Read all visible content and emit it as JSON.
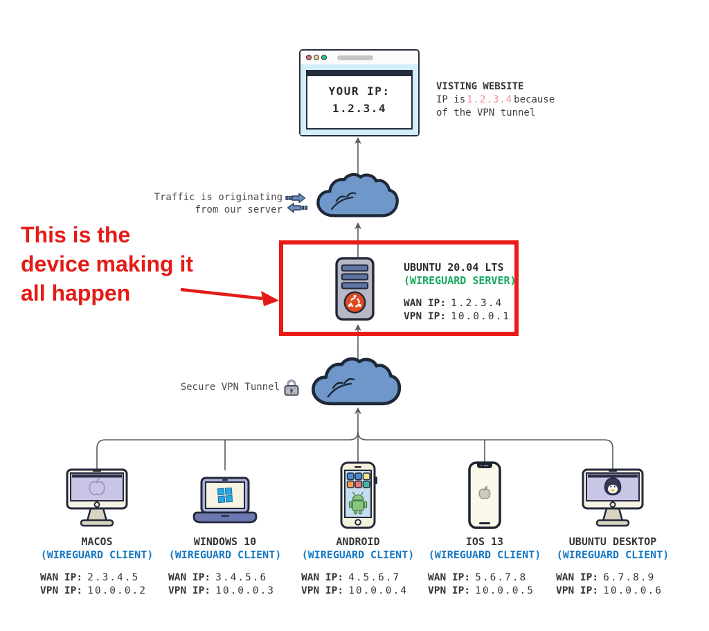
{
  "browser": {
    "line1": "YOUR IP:",
    "line2": "1.2.3.4"
  },
  "visiting_note": {
    "heading": "VISTING WEBSITE",
    "line2_pre": "IP is",
    "ip": "1.2.3.4",
    "line2_post": "because",
    "line3": "of the VPN tunnel"
  },
  "traffic_note": {
    "line1": "Traffic is originating",
    "line2": "from our server"
  },
  "annotation": {
    "line1": "This is the",
    "line2": "device making it",
    "line3": "all happen"
  },
  "server": {
    "name": "UBUNTU 20.04 LTS",
    "role": "(WIREGUARD SERVER)",
    "wan_label": "WAN IP:",
    "wan_value": "1.2.3.4",
    "vpn_label": "VPN IP:",
    "vpn_value": "10.0.0.1"
  },
  "tunnel_note": {
    "label": "Secure VPN Tunnel"
  },
  "clients": [
    {
      "name": "MACOS",
      "role": "(WIREGUARD CLIENT)",
      "wan_label": "WAN IP:",
      "wan_value": "2.3.4.5",
      "vpn_label": "VPN IP:",
      "vpn_value": "10.0.0.2",
      "icon": "imac-apple-icon"
    },
    {
      "name": "WINDOWS 10",
      "role": "(WIREGUARD CLIENT)",
      "wan_label": "WAN IP:",
      "wan_value": "3.4.5.6",
      "vpn_label": "VPN IP:",
      "vpn_value": "10.0.0.3",
      "icon": "laptop-windows-icon"
    },
    {
      "name": "ANDROID",
      "role": "(WIREGUARD CLIENT)",
      "wan_label": "WAN IP:",
      "wan_value": "4.5.6.7",
      "vpn_label": "VPN IP:",
      "vpn_value": "10.0.0.4",
      "icon": "smartphone-android-icon"
    },
    {
      "name": "IOS 13",
      "role": "(WIREGUARD CLIENT)",
      "wan_label": "WAN IP:",
      "wan_value": "5.6.7.8",
      "vpn_label": "VPN IP:",
      "vpn_value": "10.0.0.5",
      "icon": "iphone-apple-icon"
    },
    {
      "name": "UBUNTU DESKTOP",
      "role": "(WIREGUARD CLIENT)",
      "wan_label": "WAN IP:",
      "wan_value": "6.7.8.9",
      "vpn_label": "VPN IP:",
      "vpn_value": "10.0.0.6",
      "icon": "imac-tux-icon"
    }
  ],
  "icons": {
    "bidirectional-arrows-icon": "⇄",
    "padlock-icon": "🔒",
    "cloud-icon": "☁",
    "server-tower-icon": "server-tower-with-ubuntu-logo",
    "browser-traffic-lights-icon": "●●●"
  },
  "colors": {
    "accent_red": "#ea1b17",
    "client_blue": "#1779c4",
    "server_green": "#17a85e",
    "ip_highlight_pink": "#ef8b95",
    "cloud_fill": "#6f97c9",
    "line_gray": "#5a5a5a"
  }
}
